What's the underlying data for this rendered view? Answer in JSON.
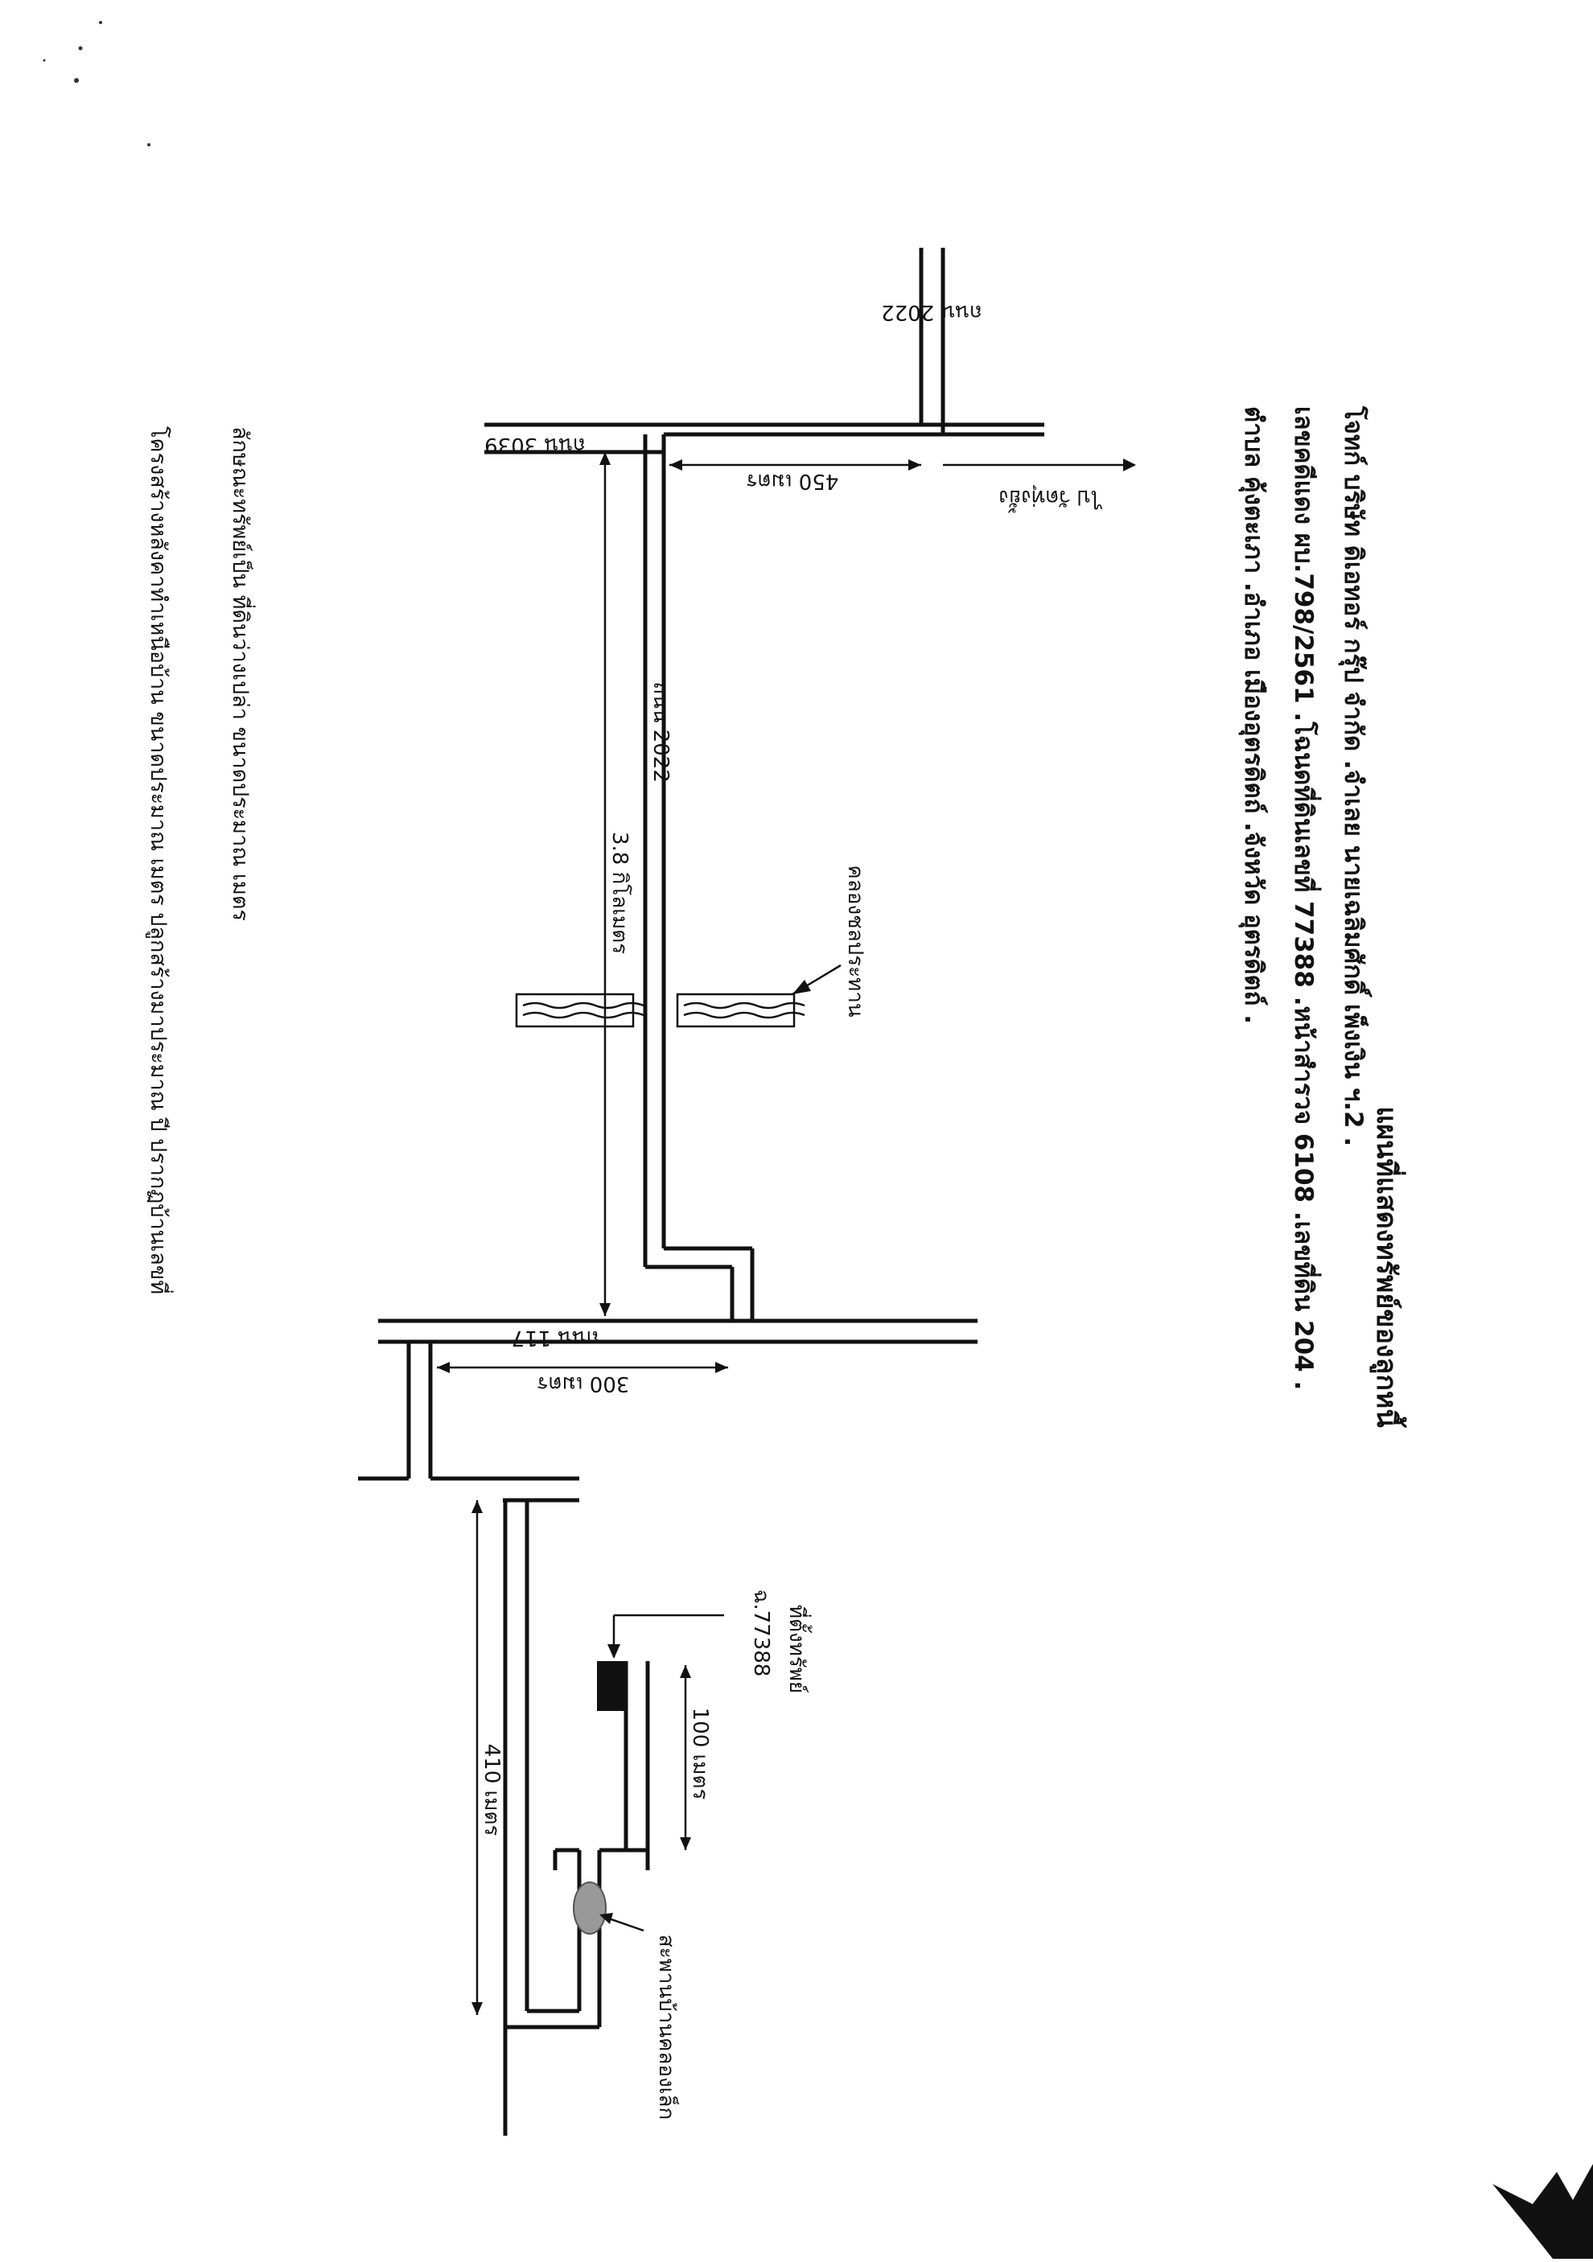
{
  "header": {
    "title": "แผนที่แสดงทรัพย์ของลูกหนี้",
    "line1": "โจทก์ บริษัท ดิเอทอร์ กรุ๊ป จำกัด .จำเลย นายเฉลิมศักดิ์ เพ็งเงิน ฯ.2 .",
    "line2": "เลขคดีแดง ผบ.798/2561 .โฉนดที่ดินเลขที่ 77388 .หน้าสำรวจ 6108 .เลขที่ดิน 204 .",
    "line3": "ตำบล คุ้งตะเภา .อำเภอ เมืองอุตรดิตถ์ .จังหวัด อุตรดิตถ์ ."
  },
  "labels": {
    "road_2022_top": "ถนน 2022",
    "road_3039": "ถนน 3039",
    "to_village": "ไป วัดทุ่งยั้ง",
    "dist_450": "450 เมตร",
    "road_2022_mid": "ถนน 2022",
    "dist_3_8": "3.8 กิโลเมตร",
    "canal": "คลองชลประทาน",
    "road_117": "ถนน 117",
    "dist_300": "300 เมตร",
    "property": "ที่ตั้งทรัพย์",
    "deed_no": "ฉ.77388",
    "dist_100": "100 เมตร",
    "dist_410": "410 เมตร",
    "bridge": "สะพานบ้านคลองเล็ก"
  },
  "footer": {
    "line1": "ลักษณะทรัพย์เป็น ที่ดินว่างเปล่า ขนาดประมาณ เมตร",
    "line2": "โครงสร้างหลังคาทำเหนือบ้าน ขนาดประมาณ เมตร ปลูกสร้างมาประมาณ ปี ปรากฏบ้านเลขที่"
  }
}
